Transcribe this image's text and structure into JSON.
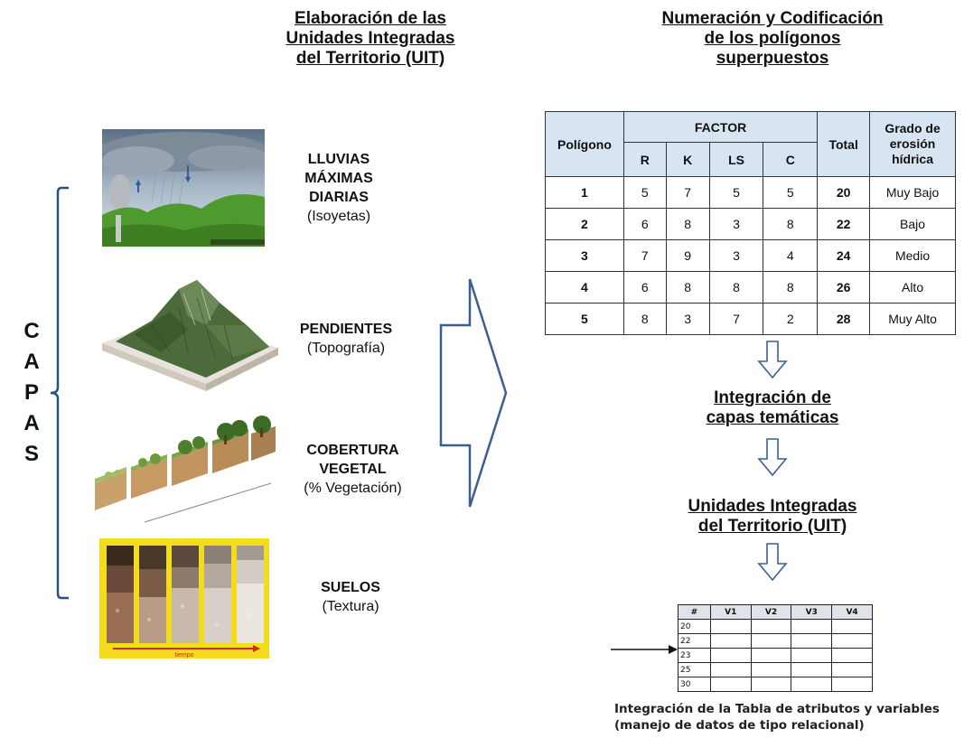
{
  "left_title": {
    "line1": "Elaboración de las",
    "line2": "Unidades Integradas",
    "line3": "del Territorio (UIT)"
  },
  "right_title": {
    "line1": "Numeración y Codificación",
    "line2": "de los polígonos",
    "line3": "superpuestos"
  },
  "capas": [
    "C",
    "A",
    "P",
    "A",
    "S"
  ],
  "layers": [
    {
      "name_lines": [
        "LLUVIAS",
        "MÁXIMAS",
        "DIARIAS"
      ],
      "sub": "(Isoyetas)",
      "icon": "rain-cycle-image"
    },
    {
      "name_lines": [
        "PENDIENTES"
      ],
      "sub": "(Topografía)",
      "icon": "terrain-block-image"
    },
    {
      "name_lines": [
        "COBERTURA",
        "VEGETAL"
      ],
      "sub": "(% Vegetación)",
      "icon": "vegetation-succession-image"
    },
    {
      "name_lines": [
        "SUELOS"
      ],
      "sub": "(Textura)",
      "icon": "soil-profile-image"
    }
  ],
  "factor_table": {
    "col_poligono": "Polígono",
    "col_factor": "FACTOR",
    "factors": [
      "R",
      "K",
      "LS",
      "C"
    ],
    "col_total": "Total",
    "col_grado": [
      "Grado de",
      "erosión",
      "hídrica"
    ],
    "rows": [
      {
        "poligono": "1",
        "values": [
          "5",
          "7",
          "5",
          "5"
        ],
        "total": "20",
        "grado": "Muy Bajo"
      },
      {
        "poligono": "2",
        "values": [
          "6",
          "8",
          "3",
          "8"
        ],
        "total": "22",
        "grado": "Bajo"
      },
      {
        "poligono": "3",
        "values": [
          "7",
          "9",
          "3",
          "4"
        ],
        "total": "24",
        "grado": "Medio"
      },
      {
        "poligono": "4",
        "values": [
          "6",
          "8",
          "8",
          "8"
        ],
        "total": "26",
        "grado": "Alto"
      },
      {
        "poligono": "5",
        "values": [
          "8",
          "3",
          "7",
          "2"
        ],
        "total": "28",
        "grado": "Muy Alto"
      }
    ]
  },
  "flow": {
    "step1": [
      "Integración de",
      "capas temáticas"
    ],
    "step2": [
      "Unidades Integradas",
      "del Territorio (UIT)"
    ]
  },
  "attr_table": {
    "headers": [
      "#",
      "V1",
      "V2",
      "V3",
      "V4"
    ],
    "ids": [
      "20",
      "22",
      "23",
      "25",
      "30"
    ]
  },
  "caption": {
    "line1": "Integración de la Tabla de atributos y variables",
    "line2": "(manejo de datos de tipo relacional)"
  },
  "soil_image_label": "tiempo",
  "colors": {
    "arrow_stroke": "#3d5f8f",
    "bracket": "#2b4f80",
    "table_header": "#d9e4f2",
    "soil_frame": "#f3dc1c"
  }
}
